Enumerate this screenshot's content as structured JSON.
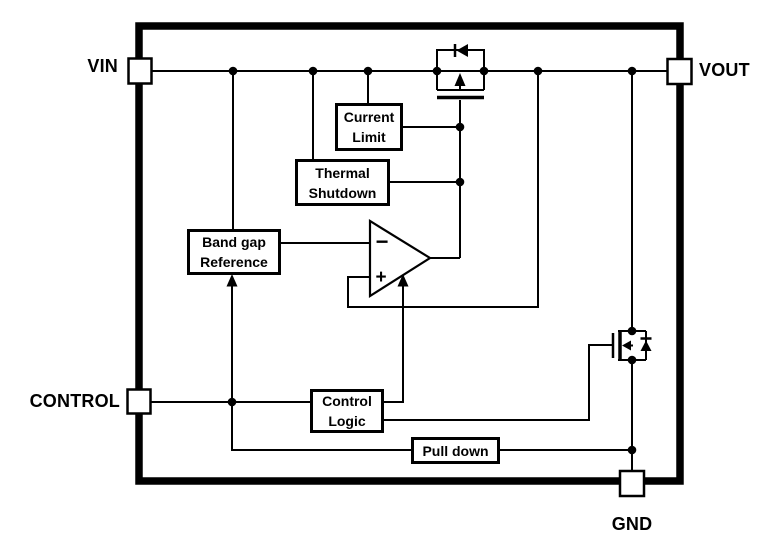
{
  "pins": {
    "vin": "VIN",
    "vout": "VOUT",
    "control": "CONTROL",
    "gnd": "GND"
  },
  "blocks": {
    "current_limit": {
      "line1": "Current",
      "line2": "Limit"
    },
    "thermal_shutdown": {
      "line1": "Thermal",
      "line2": "Shutdown"
    },
    "band_gap": {
      "line1": "Band gap",
      "line2": "Reference"
    },
    "control_logic": {
      "line1": "Control",
      "line2": "Logic"
    },
    "pull_down": {
      "label": "Pull down"
    }
  },
  "opamp": {
    "minus": "−",
    "plus": "+"
  },
  "colors": {
    "stroke": "#000000",
    "fill": "#ffffff"
  }
}
